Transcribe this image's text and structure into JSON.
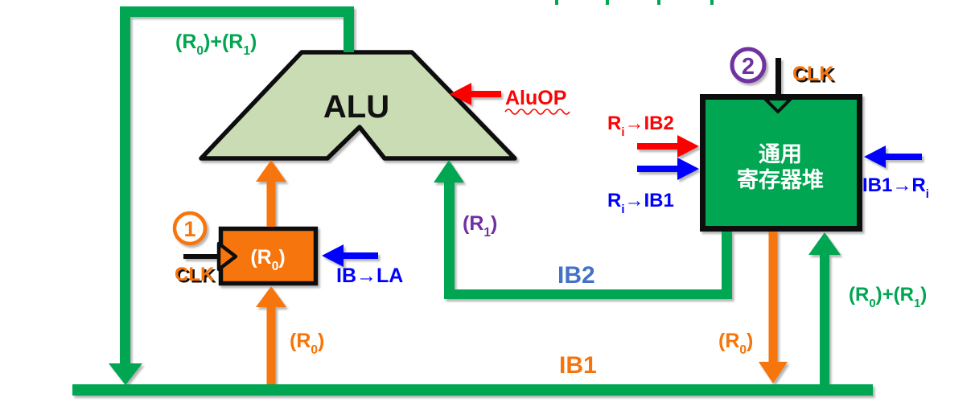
{
  "colors": {
    "green": "#00A651",
    "alu_fill": "#C9DCB4",
    "orange": "#F7740A",
    "blue": "#0000FE",
    "slate_blue": "#4472C4",
    "purple": "#7030A0",
    "red": "#FC0404",
    "black": "#111111",
    "white": "#FFFFFF"
  },
  "diagram": {
    "alu_label": "ALU",
    "aluop_label": "AluOP",
    "regfile_line1": "通用",
    "regfile_line2": "寄存器堆",
    "step1": "1",
    "step2": "2",
    "clk_label": "CLK",
    "ib1_bus_label": "IB1",
    "ib2_bus_label": "IB2",
    "ib_la_label": "IB→LA",
    "sum_formula": [
      {
        "t": "(R"
      },
      {
        "t": "0",
        "sub": true
      },
      {
        "t": ")+(R"
      },
      {
        "t": "1",
        "sub": true
      },
      {
        "t": ")"
      }
    ],
    "r0_formula": [
      {
        "t": "(R"
      },
      {
        "t": "0",
        "sub": true
      },
      {
        "t": ")"
      }
    ],
    "r1_formula": [
      {
        "t": "(R"
      },
      {
        "t": "1",
        "sub": true
      },
      {
        "t": ")"
      }
    ],
    "ri_to_ib2": [
      {
        "t": "R"
      },
      {
        "t": "i",
        "sub": true
      },
      {
        "t": "→IB2"
      }
    ],
    "ri_to_ib1": [
      {
        "t": "R"
      },
      {
        "t": "i",
        "sub": true
      },
      {
        "t": "→IB1"
      }
    ],
    "ib1_to_ri": [
      {
        "t": "IB1→R"
      },
      {
        "t": "i",
        "sub": true
      }
    ]
  }
}
